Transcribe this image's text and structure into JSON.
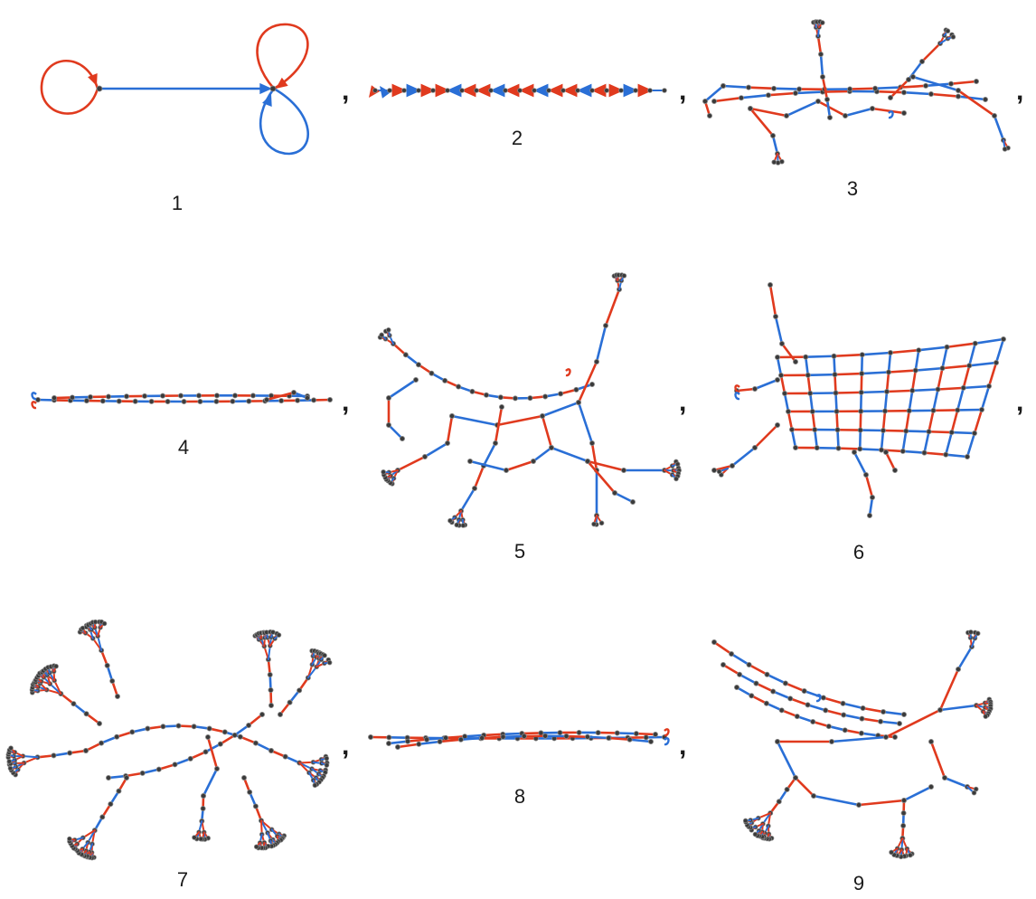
{
  "colors": {
    "red": "#e03a1e",
    "blue": "#2a6fd6",
    "node": "#3a3a3a",
    "text": "#1a1a1a"
  },
  "separator": ",",
  "panels": [
    {
      "label": "1"
    },
    {
      "label": "2"
    },
    {
      "label": "3"
    },
    {
      "label": "4"
    },
    {
      "label": "5"
    },
    {
      "label": "6"
    },
    {
      "label": "7"
    },
    {
      "label": "8"
    },
    {
      "label": "9"
    }
  ]
}
